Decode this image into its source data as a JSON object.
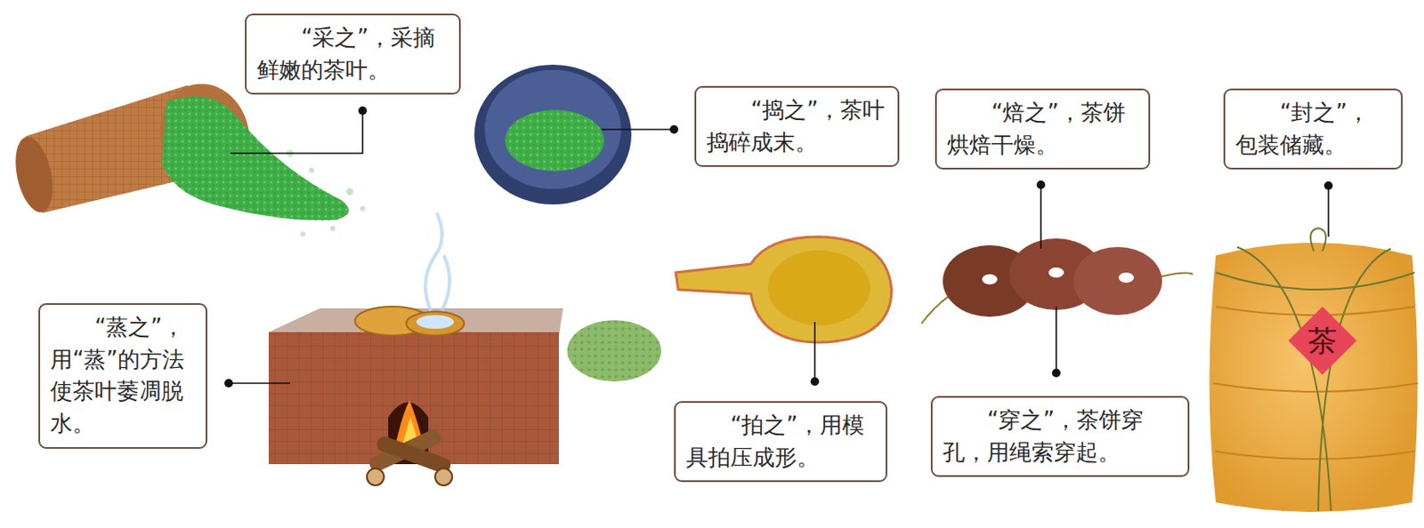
{
  "diagram": {
    "nodes": [
      {
        "text": [
          "“采之”，采摘鲜嫩的茶叶。"
        ]
      },
      {
        "text": [
          "“捣之”，茶叶捣碎成末。"
        ]
      },
      {
        "text": [
          "“焙之”，茶饼烘焙干燥。"
        ]
      },
      {
        "text": [
          "“封之”，包装储藏。"
        ]
      },
      {
        "text": [
          "“蒸之”，用“蒸”的方法使茶叶萎凋脱水。"
        ]
      },
      {
        "text": [
          "“拍之”，用模具拍压成形。"
        ]
      },
      {
        "text": [
          "“穿之”，茶饼穿孔，用绳索穿起。"
        ]
      }
    ],
    "labels": [
      "茶"
    ]
  }
}
